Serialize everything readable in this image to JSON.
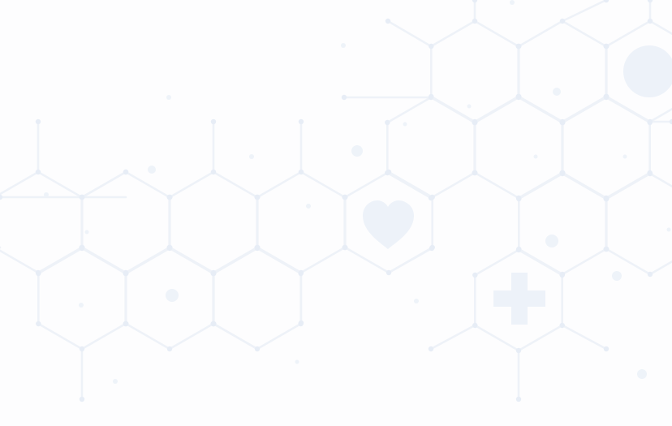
{
  "page": {
    "background": "#fdfdfe"
  },
  "palette": {
    "line": "#eef2f8",
    "node": "#e7edf6",
    "icon": "#edf2f9",
    "dot": "#eef3f9"
  },
  "icons": [
    {
      "name": "heart-icon",
      "semantic": "heart"
    },
    {
      "name": "medical-cross-icon",
      "semantic": "plus"
    },
    {
      "name": "circle-icon",
      "semantic": "circle"
    }
  ]
}
